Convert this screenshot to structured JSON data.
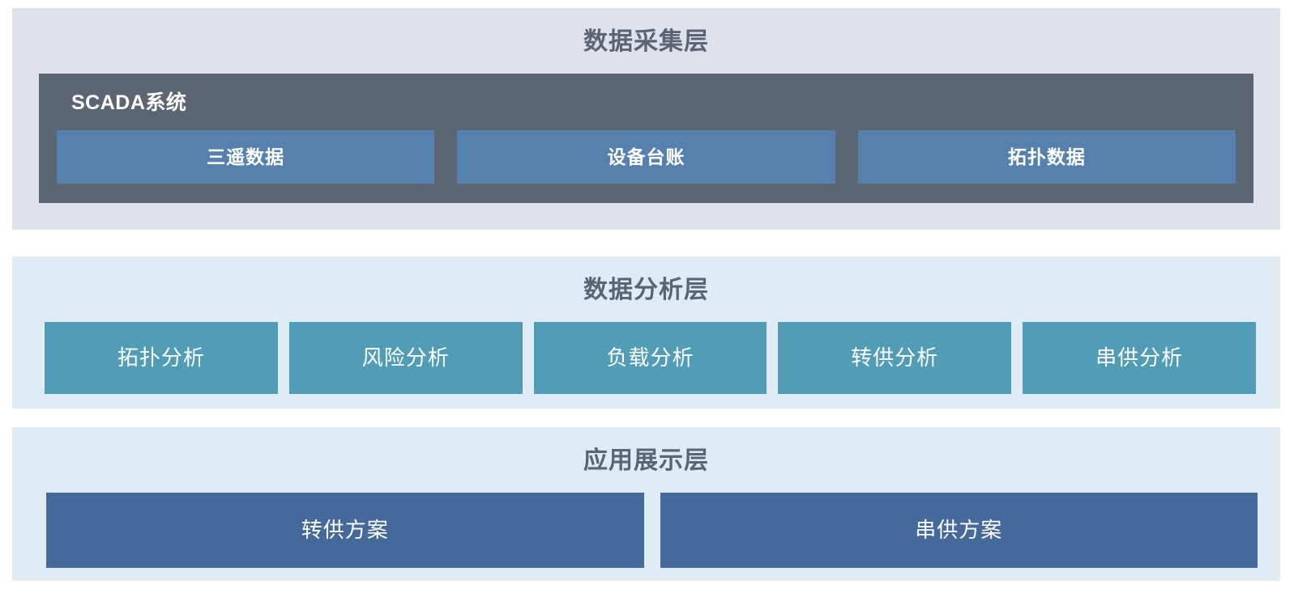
{
  "colors": {
    "page_bg": "#ffffff",
    "collection_layer_bg": "#dee2eb",
    "analysis_layer_bg": "#dfecf3",
    "application_layer_bg": "#dfecf3",
    "scada_container_bg": "#5c6673",
    "collection_box_bg": "#5681af",
    "analysis_box_bg": "#519cb7",
    "application_box_bg": "#45699a",
    "layer_title_color": "#5a6472",
    "box_text_color": "#ffffff"
  },
  "layers": [
    {
      "title": "数据采集层",
      "container": {
        "label": "SCADA系统",
        "boxes": [
          "三遥数据",
          "设备台账",
          "拓扑数据"
        ]
      }
    },
    {
      "title": "数据分析层",
      "boxes": [
        "拓扑分析",
        "风险分析",
        "负载分析",
        "转供分析",
        "串供分析"
      ]
    },
    {
      "title": "应用展示层",
      "boxes": [
        "转供方案",
        "串供方案"
      ]
    }
  ]
}
